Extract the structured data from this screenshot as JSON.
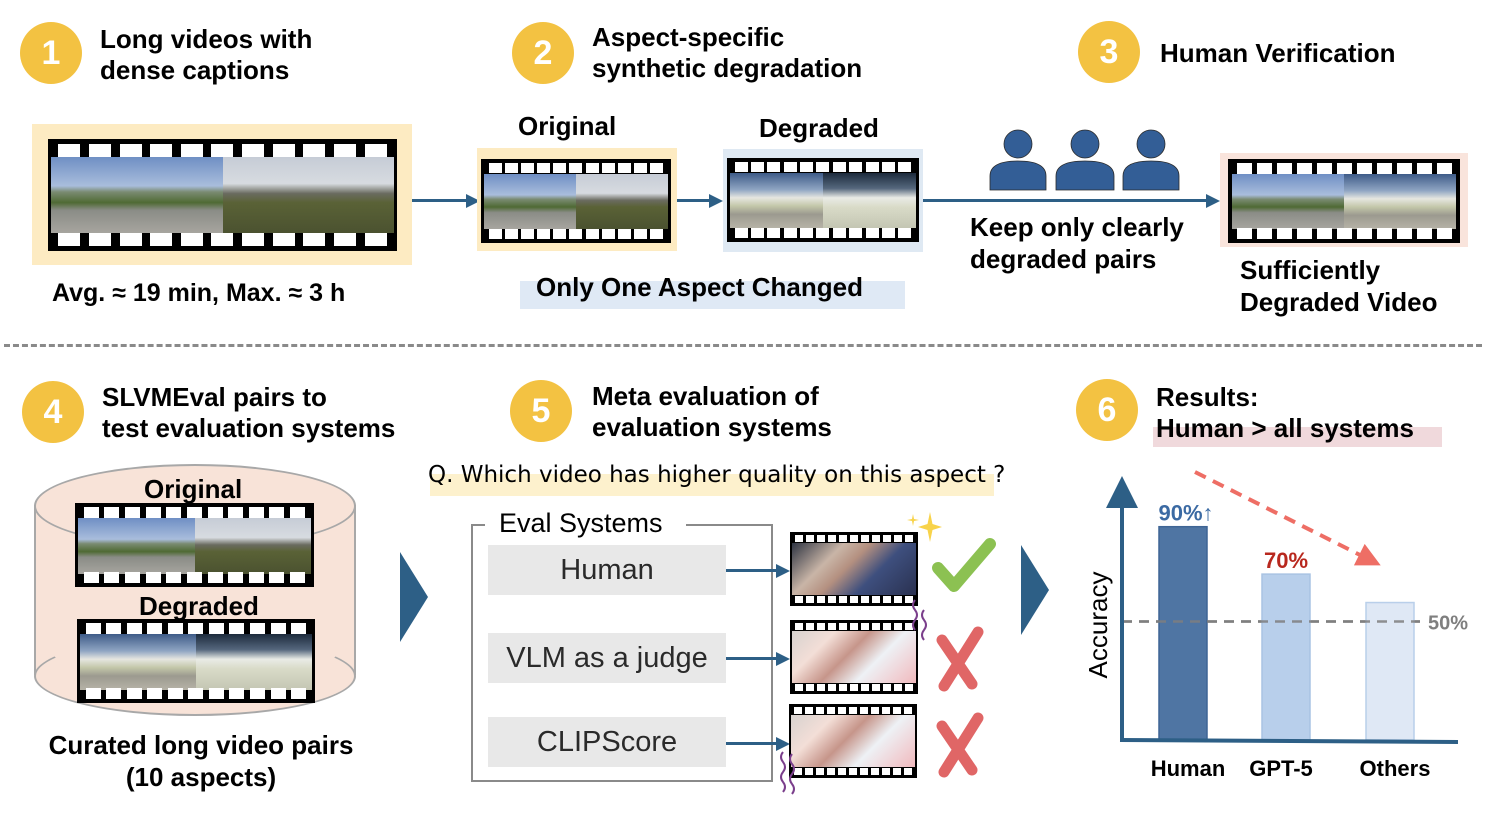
{
  "steps": [
    {
      "number": "1",
      "title_line1": "Long videos with",
      "title_line2": "dense captions"
    },
    {
      "number": "2",
      "title_line1": "Aspect-specific",
      "title_line2": "synthetic degradation"
    },
    {
      "number": "3",
      "title_line1": "Human Verification"
    },
    {
      "number": "4",
      "title_line1": "SLVMEval pairs to",
      "title_line2": "test evaluation systems"
    },
    {
      "number": "5",
      "title_line1": "Meta evaluation of",
      "title_line2": "evaluation systems"
    },
    {
      "number": "6",
      "title_line1": "Results:",
      "title_line2": "Human > all systems"
    }
  ],
  "step1": {
    "stats": "Avg. ≈ 19 min, Max. ≈ 3 h"
  },
  "step2": {
    "original_label": "Original",
    "degraded_label": "Degraded",
    "note": "Only One Aspect Changed"
  },
  "step3": {
    "filter_line1": "Keep only clearly",
    "filter_line2": "degraded pairs",
    "result_line1": "Sufficiently",
    "result_line2": "Degraded Video"
  },
  "step4": {
    "original_label": "Original",
    "degraded_label": "Degraded",
    "caption_line1": "Curated long video pairs",
    "caption_line2": "(10 aspects)"
  },
  "step5": {
    "question": "Q. Which video has higher quality on this aspect ?",
    "box_title": "Eval Systems",
    "systems": [
      {
        "label": "Human",
        "verdict": "correct",
        "verdict_icon": "check-icon"
      },
      {
        "label": "VLM as a judge",
        "verdict": "wrong",
        "verdict_icon": "cross-icon"
      },
      {
        "label": "CLIPScore",
        "verdict": "wrong",
        "verdict_icon": "cross-icon"
      }
    ]
  },
  "colors": {
    "badge": "#f3c242",
    "arrow": "#2d5f86",
    "check": "#8cc152",
    "cross": "#e06666",
    "bar_human": "#4f75a3",
    "bar_gpt5": "#b8cfeb",
    "bar_others": "#dfe8f5",
    "label_human": "#3b6aa3",
    "label_gpt5": "#b8281e",
    "baseline": "#7f7f7f",
    "trend_arrow": "#ee6e65"
  },
  "chart_data": {
    "type": "bar",
    "title": "Results: Human > all systems",
    "xlabel": "",
    "ylabel": "Accuracy",
    "categories": [
      "Human",
      "GPT-5",
      "Others"
    ],
    "values": [
      90,
      70,
      58
    ],
    "data_labels": [
      "90%↑",
      "70%",
      ""
    ],
    "reference_line": {
      "value": 50,
      "label": "50%"
    },
    "ylim": [
      0,
      100
    ],
    "grid": false,
    "annotation": "decreasing trend arrow from Human to Others"
  }
}
